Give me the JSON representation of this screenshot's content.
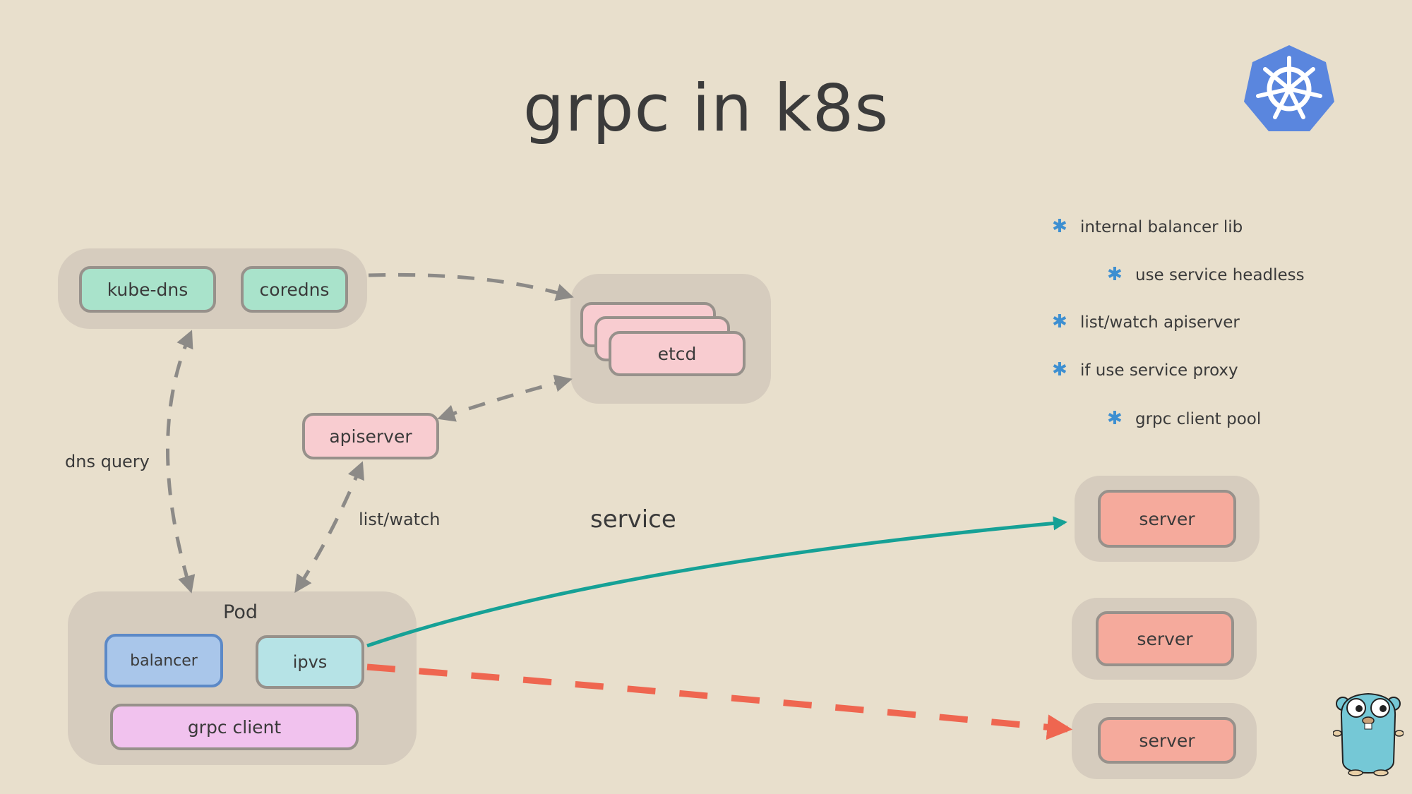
{
  "title": "grpc in k8s",
  "nodes": {
    "kube_dns": "kube-dns",
    "coredns": "coredns",
    "etcd": "etcd",
    "apiserver": "apiserver",
    "pod": "Pod",
    "balancer": "balancer",
    "ipvs": "ipvs",
    "grpc_client": "grpc client",
    "servers": [
      "server",
      "server",
      "server"
    ]
  },
  "edge_labels": {
    "dns_query": "dns query",
    "list_watch": "list/watch",
    "service": "service"
  },
  "notes": [
    {
      "text": "internal balancer lib",
      "level": 1
    },
    {
      "text": "use service headless",
      "level": 2
    },
    {
      "text": "list/watch apiserver",
      "level": 1
    },
    {
      "text": "if use service proxy",
      "level": 1
    },
    {
      "text": "grpc client pool",
      "level": 2
    }
  ],
  "colors": {
    "background": "#e8dfcc",
    "group": "#d6ccbe",
    "arrow_gray": "#8c8a87",
    "arrow_teal": "#16a196",
    "arrow_red": "#ef6650",
    "bullet": "#3d8fd1",
    "k8s_logo": "#5a86de"
  }
}
